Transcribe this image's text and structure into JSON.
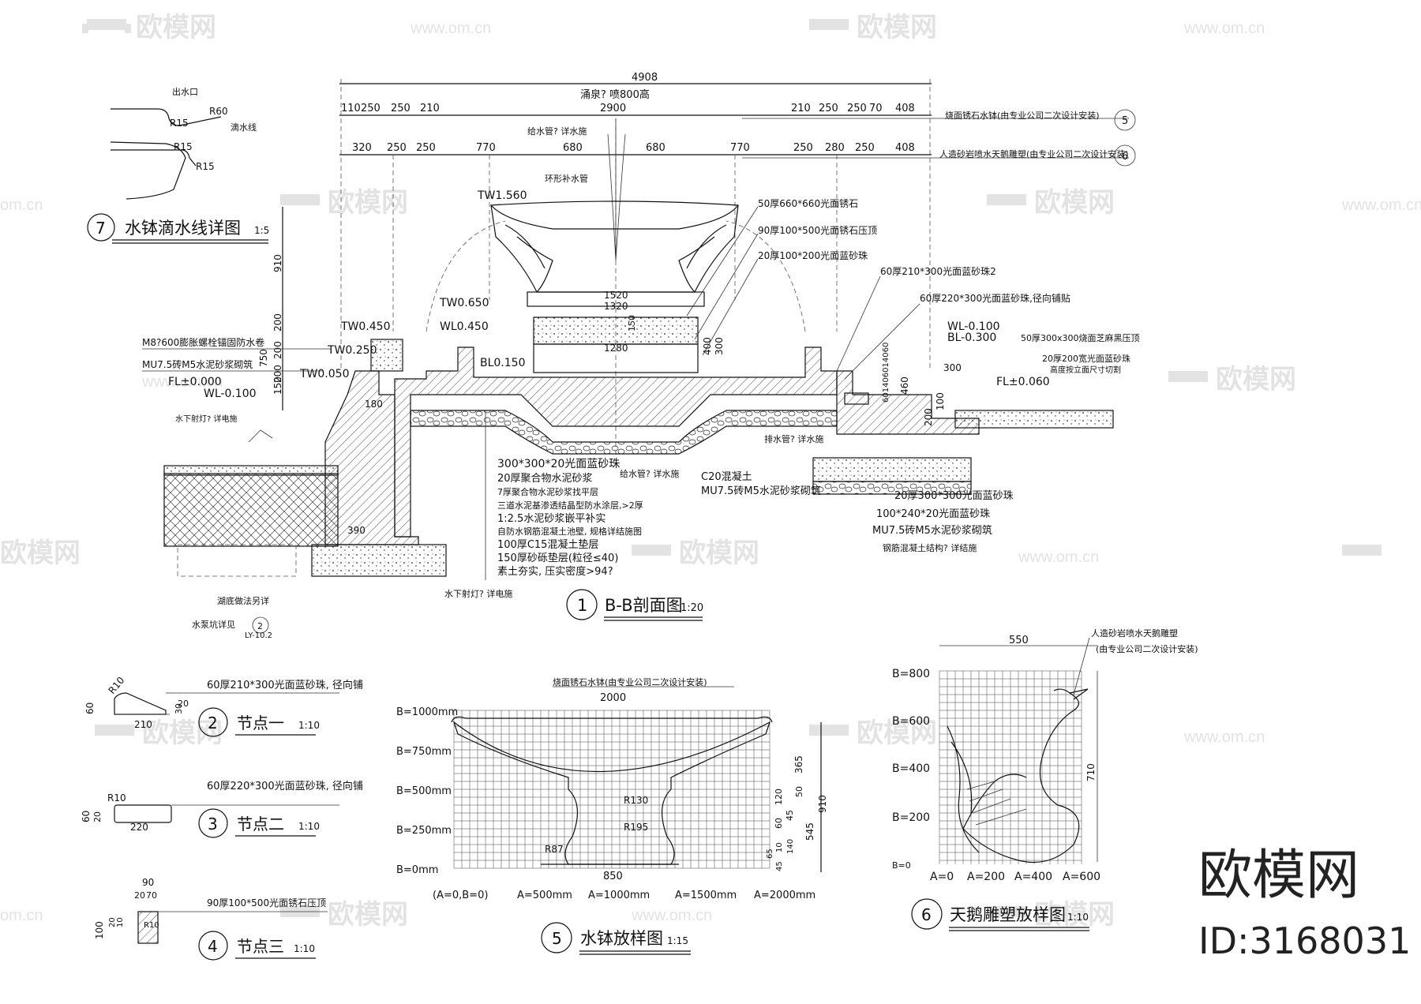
{
  "watermark": {
    "logo_text": "欧模网",
    "url_text": "www.om.cn",
    "url_text_short": "om.cn"
  },
  "brand": {
    "name": "欧模网",
    "id_label": "ID:3168031"
  },
  "section_bb": {
    "number": "1",
    "title": "B-B剖面图",
    "scale": "1:20",
    "overall_width": "4908",
    "fountain_label": "涌泉? 喷800高",
    "dims_top": [
      "110",
      "250",
      "250",
      "210",
      "2900",
      "210",
      "250",
      "250",
      "70",
      "408"
    ],
    "dims_second": [
      "320",
      "250",
      "250",
      "770",
      "680",
      "680",
      "770",
      "250",
      "280",
      "250",
      "408"
    ],
    "levels": {
      "tw1": "TW1.560",
      "tw2": "TW0.650",
      "tw3": "TW0.450",
      "wl1": "WL0.450",
      "tw4": "TW0.250",
      "tw5": "TW0.050",
      "bl": "BL0.150",
      "fl_left": "FL±0.000",
      "wl_left": "WL-0.100",
      "wl_right": "WL-0.100",
      "bl_right": "BL-0.300",
      "fl_right": "FL±0.060"
    },
    "inner_dims": [
      "1520",
      "1320",
      "1280",
      "150",
      "400",
      "300",
      "910",
      "750",
      "200",
      "200",
      "150",
      "200",
      "460",
      "300",
      "200",
      "100",
      "180",
      "390"
    ],
    "vertical_small": "601406014060",
    "callouts_right": [
      "烧面锈石水钵(由专业公司二次设计安装)",
      "人造砂岩喷水天鹅雕塑(由专业公司二次设计安装)",
      "50厚660*660光面锈石",
      "90厚100*500光面锈石压顶",
      "20厚100*200光面蓝砂珠",
      "60厚210*300光面蓝砂珠2",
      "60厚220*300光面蓝砂珠,径向铺贴",
      "WL-0.100",
      "BL-0.300",
      "50厚300x300烧面芝麻黑压顶",
      "20厚200宽光面蓝砂珠",
      "高度按立面尺寸切割"
    ],
    "callout_refs": [
      "5",
      "6"
    ],
    "callouts_top": [
      "给水管? 详水施",
      "环形补水管"
    ],
    "callouts_left": [
      "M8?600膨胀螺栓锚固防水卷",
      "MU7.5砖M5水泥砂浆砌筑",
      "水下射灯? 详电施"
    ],
    "layers": [
      "300*300*20光面蓝砂珠",
      "20厚聚合物水泥砂浆",
      "7厚聚合物水泥砂浆找平层",
      "三道水泥基渗透结晶型防水涂层,>2厚",
      "1:2.5水泥砂浆嵌平补实",
      "自防水钢筋混凝土池壁, 规格详结施图",
      "100厚C15混凝土垫层",
      "150厚砂砾垫层(粒径≤40)",
      "素土夯实, 压实密度>94?"
    ],
    "callouts_bottom_mid": [
      "给水管? 详水施",
      "C20混凝土",
      "MU7.5砖M5水泥砂浆砌筑",
      "排水管? 详水施"
    ],
    "callouts_bottom_right": [
      "20厚300*300光面蓝砂珠",
      "100*240*20光面蓝砂珠",
      "MU7.5砖M5水泥砂浆砌筑",
      "钢筋混凝土结构? 详结施"
    ],
    "callouts_bottom_left": [
      "湖底做法另详",
      "水泵坑详见",
      "2",
      "LY-10.2"
    ],
    "underwater_light_bottom": "水下射灯? 详电施"
  },
  "detail7": {
    "number": "7",
    "title": "水钵滴水线详图",
    "scale": "1:5",
    "labels": [
      "出水口",
      "R60",
      "R15",
      "滴水线",
      "R15",
      "R15"
    ]
  },
  "detail2": {
    "number": "2",
    "title": "节点一",
    "scale": "1:10",
    "label": "60厚210*300光面蓝砂珠, 径向铺",
    "dims": [
      "R10",
      "60",
      "210",
      "30",
      "20"
    ]
  },
  "detail3": {
    "number": "3",
    "title": "节点二",
    "scale": "1:10",
    "label": "60厚220*300光面蓝砂珠, 径向铺",
    "dims": [
      "R10",
      "60",
      "20",
      "220"
    ]
  },
  "detail4": {
    "number": "4",
    "title": "节点三",
    "scale": "1:10",
    "label": "90厚100*500光面锈石压顶",
    "dims": [
      "90",
      "20",
      "70",
      "100",
      "R10",
      "20",
      "10"
    ]
  },
  "detail5": {
    "number": "5",
    "title": "水钵放样图",
    "scale": "1:15",
    "top_label": "烧面锈石水钵(由专业公司二次设计安装)",
    "width_top": "2000",
    "width_bottom": "850",
    "b_labels": [
      "B=1000mm",
      "B=750mm",
      "B=500mm",
      "B=250mm",
      "B=0mm"
    ],
    "a_labels": [
      "(A=0,B=0)",
      "A=500mm",
      "A=1000mm",
      "A=1500mm",
      "A=2000mm"
    ],
    "radii": [
      "R130",
      "R195",
      "R87"
    ],
    "right_dims": [
      "365",
      "910",
      "120",
      "50",
      "60",
      "45",
      "545",
      "10",
      "140",
      "65",
      "45"
    ]
  },
  "detail6": {
    "number": "6",
    "title": "天鹅雕塑放样图",
    "scale": "1:10",
    "top_label": "人造砂岩喷水天鹅雕塑",
    "top_label2": "(由专业公司二次设计安装)",
    "width": "550",
    "height": "710",
    "b_labels": [
      "B=800",
      "B=600",
      "B=400",
      "B=200",
      "B=0"
    ],
    "a_labels": [
      "A=0",
      "A=200",
      "A=400",
      "A=600"
    ]
  }
}
